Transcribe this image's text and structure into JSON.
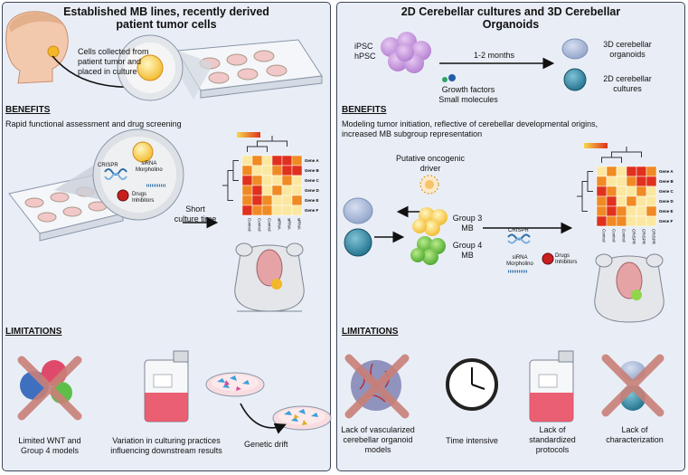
{
  "left": {
    "title_line1": "Established MB lines, recently derived",
    "title_line2": "patient tumor cells",
    "collect_l1": "Cells collected from",
    "collect_l2": "patient tumor and",
    "collect_l3": "placed in culture",
    "benefits_heading": "BENEFITS",
    "benefits_text": "Rapid functional assessment and drug screening",
    "crispr": "CRISPR",
    "sirna": "siRNA",
    "morpholino": "Morpholino",
    "drugs": "Drugs",
    "inhibitors": "Inhibitors",
    "short_l1": "Short",
    "short_l2": "culture time",
    "genes": [
      "Gene A",
      "Gene B",
      "Gene C",
      "Gene D",
      "Gene E",
      "Gene F"
    ],
    "cols": [
      "Control",
      "Control",
      "Control",
      "siRNA",
      "siRNA",
      "siRNA"
    ],
    "limitations_heading": "LIMITATIONS",
    "lim1_l1": "Limited WNT and",
    "lim1_l2": "Group 4 models",
    "lim2_l1": "Variation in culturing practices",
    "lim2_l2": "influencing downstream results",
    "lim3": "Genetic drift"
  },
  "right": {
    "title_line1": "2D Cerebellar cultures and 3D Cerebellar",
    "title_line2": "Organoids",
    "ipsc": "iPSC",
    "hpsc": "hPSC",
    "months": "1-2 months",
    "growth": "Growth factors",
    "molecules": "Small molecules",
    "org3d_l1": "3D cerebellar",
    "org3d_l2": "organoids",
    "cult2d_l1": "2D cerebellar",
    "cult2d_l2": "cultures",
    "benefits_heading": "BENEFITS",
    "benefits_l1": "Modeling tumor initiation, reflective of cerebellar developmental origins,",
    "benefits_l2": "increased MB subgroup representation",
    "driver_l1": "Putative oncogenic",
    "driver_l2": "driver",
    "group3_l1": "Group 3",
    "group3_l2": "MB",
    "group4_l1": "Group 4",
    "group4_l2": "MB",
    "crispr": "CRISPR",
    "sirna": "siRNA",
    "morpholino": "Morpholino",
    "drugs": "Drugs",
    "inhibitors": "Inhibitors",
    "genes": [
      "Gene A",
      "Gene B",
      "Gene C",
      "Gene D",
      "Gene E",
      "Gene F"
    ],
    "cols": [
      "Control",
      "Control",
      "Control",
      "CRISPR",
      "CRISPR",
      "CRISPR"
    ],
    "limitations_heading": "LIMITATIONS",
    "lim1_l1": "Lack of vascularized",
    "lim1_l2": "cerebellar organoid",
    "lim1_l3": "models",
    "lim2": "Time intensive",
    "lim3_l1": "Lack of",
    "lim3_l2": "standardized",
    "lim3_l3": "protocols",
    "lim4_l1": "Lack of",
    "lim4_l2": "characterization"
  },
  "colors": {
    "panel_bg": "#e9eef6",
    "border": "#3b4658",
    "cross": "#c98078",
    "heat_red": "#e0301e",
    "heat_orange": "#f08a24",
    "heat_yellow": "#fbe7a0",
    "media_pink": "#e8455a"
  }
}
